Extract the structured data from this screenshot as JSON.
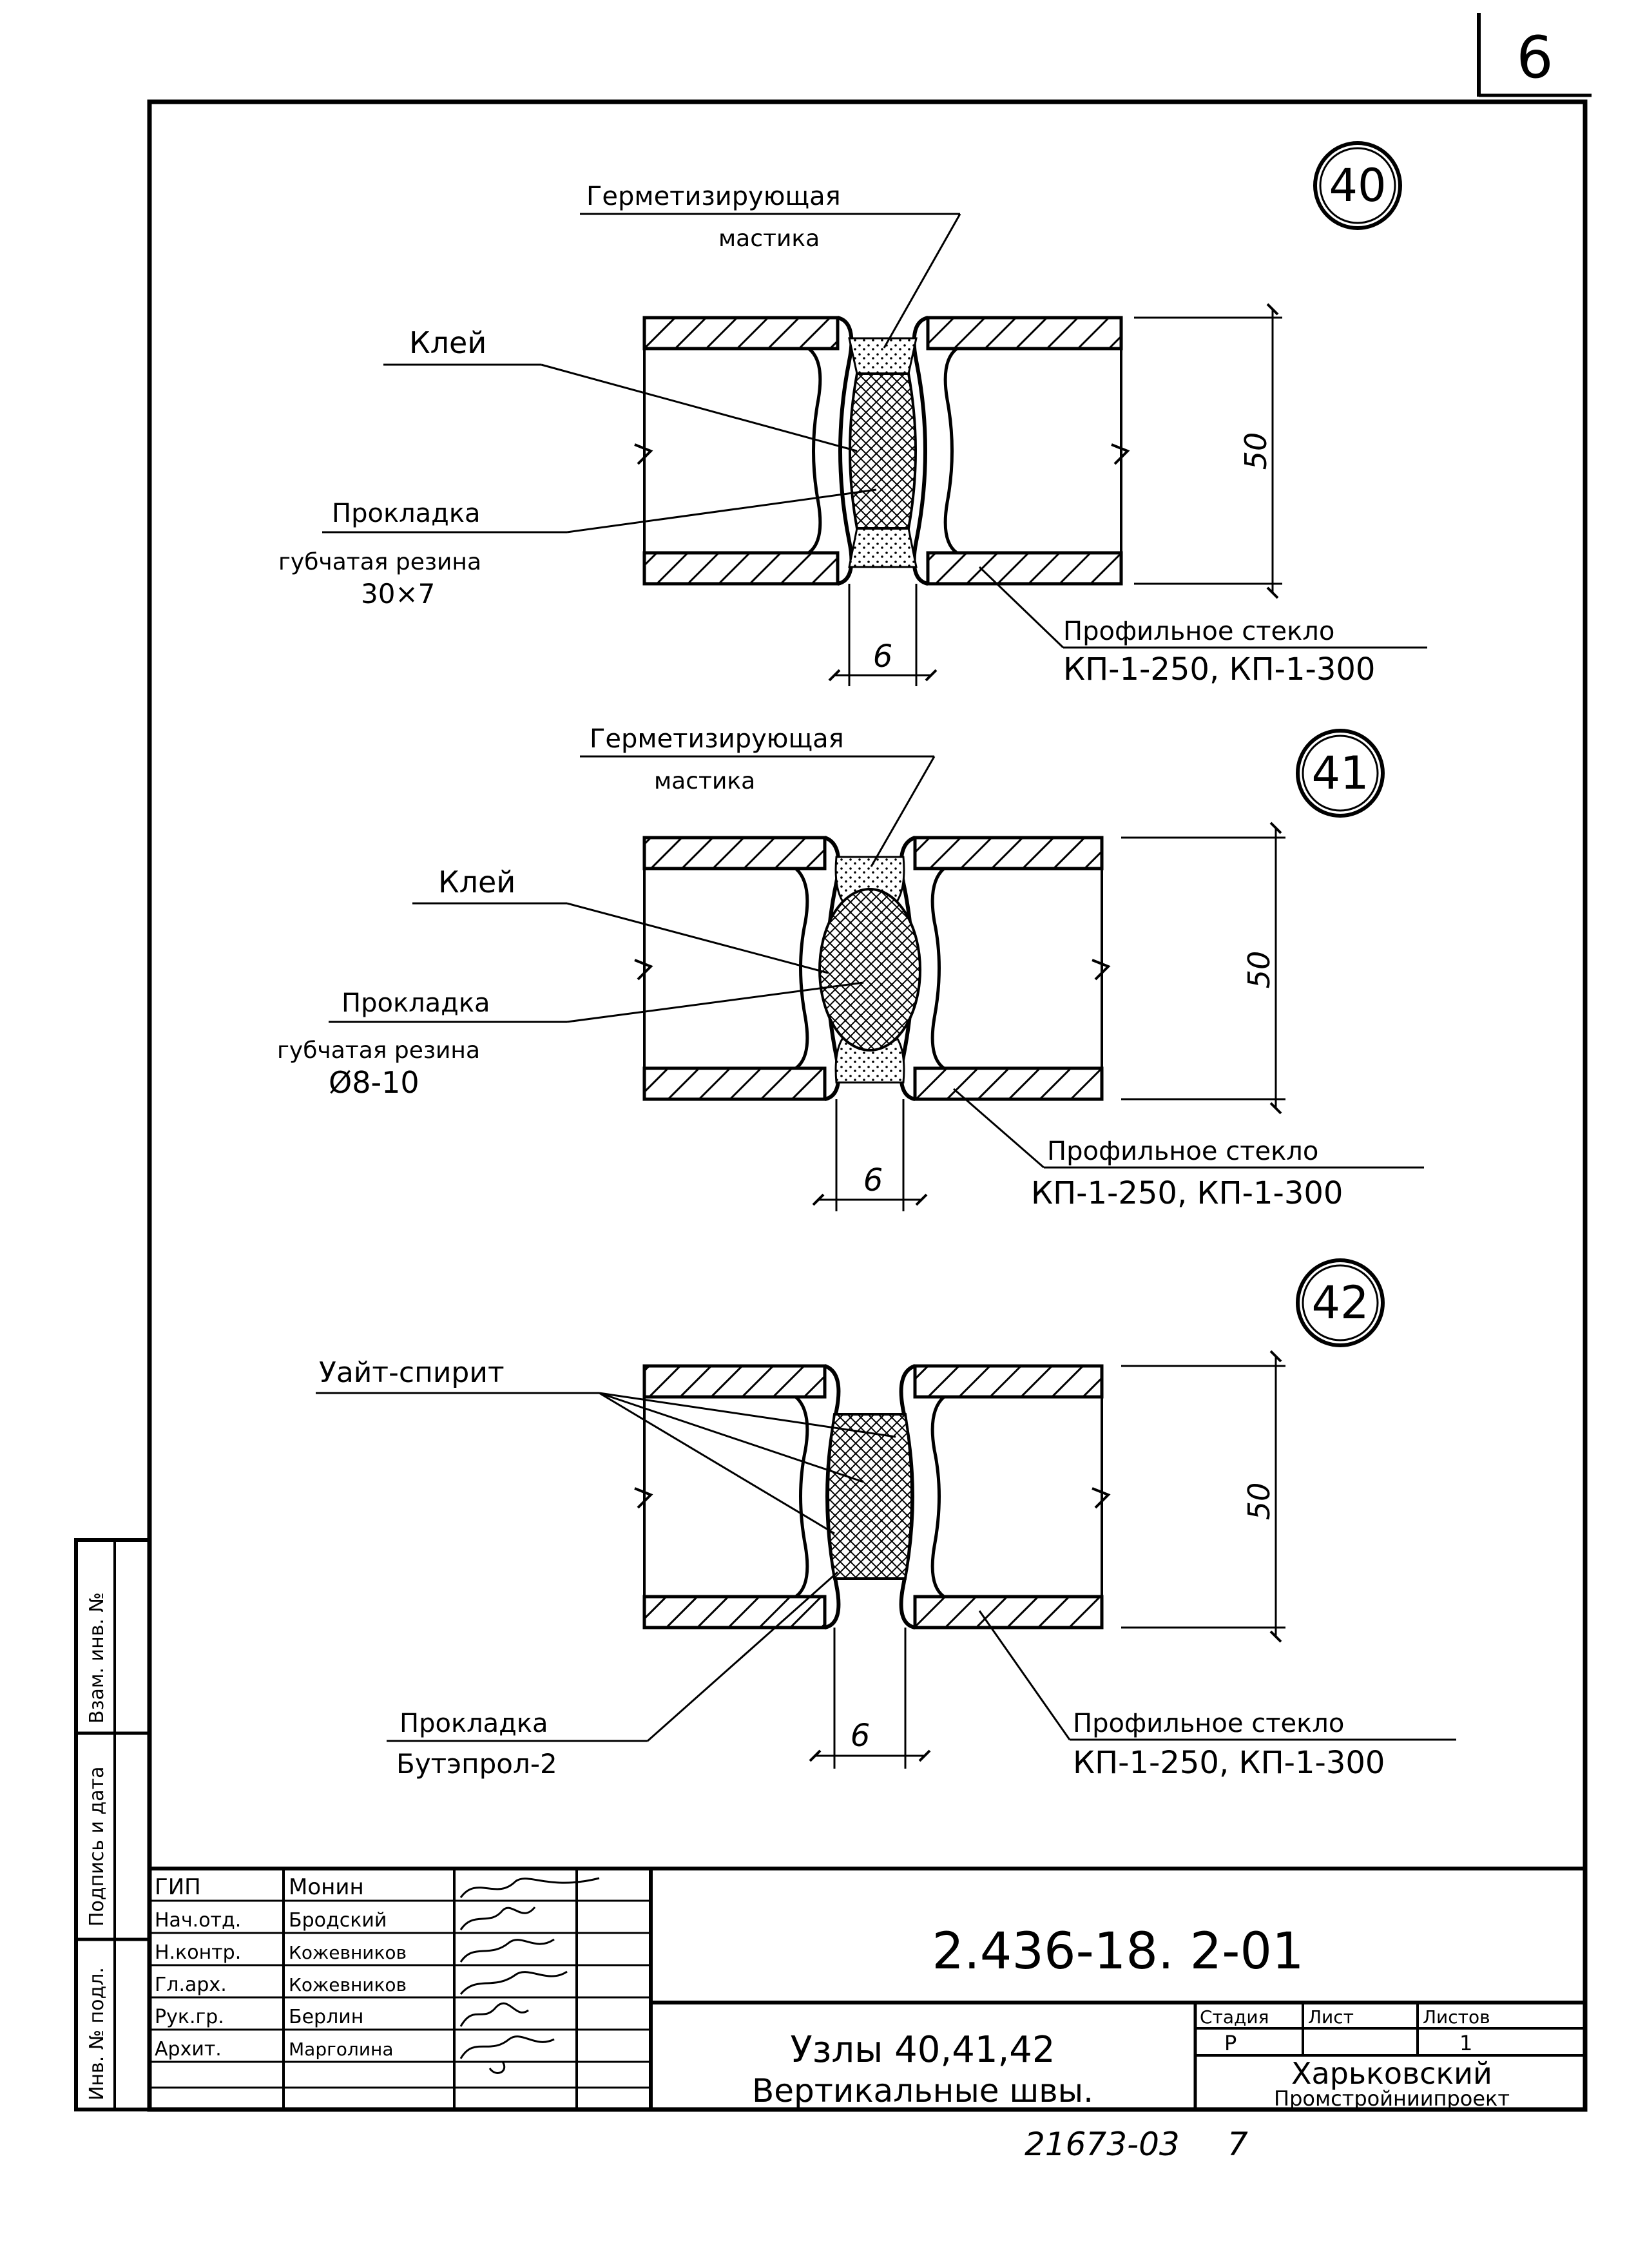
{
  "sheet": {
    "number": "6",
    "document_code": "2.436-18. 2-01",
    "footer_code": "21673-03",
    "footer_number": "7"
  },
  "details": [
    {
      "id": "40",
      "sealant_label": [
        "Герметизирующая",
        "мастика"
      ],
      "glue_label": "Клей",
      "gasket_label": "Прокладка",
      "gasket_material": [
        "губчатая резина",
        "30×7"
      ],
      "glass_label": "Профильное стекло",
      "glass_types": "КП-1-250, КП-1-300",
      "dim_height": "50",
      "dim_gap": "6"
    },
    {
      "id": "41",
      "sealant_label": [
        "Герметизирующая",
        "мастика"
      ],
      "glue_label": "Клей",
      "gasket_label": "Прокладка",
      "gasket_material": [
        "губчатая резина",
        "Ø8-10"
      ],
      "glass_label": "Профильное стекло",
      "glass_types": "КП-1-250, КП-1-300",
      "dim_height": "50",
      "dim_gap": "6"
    },
    {
      "id": "42",
      "spirit_label": "Уайт-спирит",
      "gasket_label": "Прокладка",
      "gasket_material": [
        "Бутэпрол-2"
      ],
      "glass_label": "Профильное стекло",
      "glass_types": "КП-1-250, КП-1-300",
      "dim_height": "50",
      "dim_gap": "6"
    }
  ],
  "left_strip": [
    "Инв. № подл.",
    "Подпись и дата",
    "Взам. инв. №"
  ],
  "title_block": {
    "roles": [
      {
        "role": "ГИП",
        "name": "Монин"
      },
      {
        "role": "Нач.отд.",
        "name": "Бродский"
      },
      {
        "role": "Н.контр.",
        "name": "Кожевников"
      },
      {
        "role": "Гл.арх.",
        "name": "Кожевников"
      },
      {
        "role": "Рук.гр.",
        "name": "Берлин"
      },
      {
        "role": "Архит.",
        "name": "Марголина"
      }
    ],
    "title_line1": "Узлы 40,41,42",
    "title_line2": "Вертикальные швы.",
    "stage_header": "Стадия",
    "sheet_header": "Лист",
    "sheets_header": "Листов",
    "stage_value": "Р",
    "sheet_value": "",
    "sheets_value": "1",
    "org_line1": "Харьковский",
    "org_line2": "Промстройниипроект"
  }
}
